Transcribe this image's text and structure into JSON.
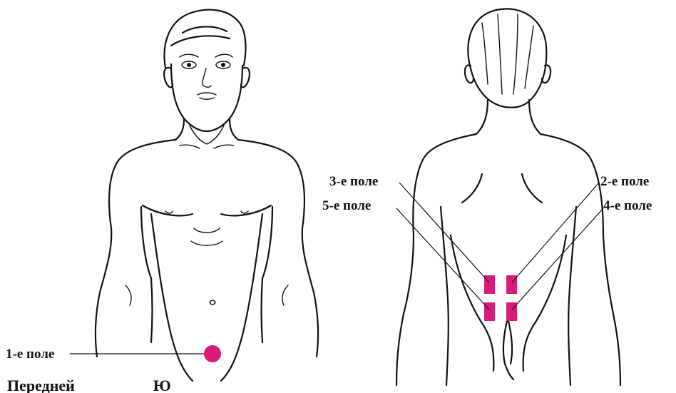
{
  "accent_color": "#d81b78",
  "line_color": "#111111",
  "figures": {
    "front": {
      "label": "front-view-figure"
    },
    "back": {
      "label": "back-view-figure"
    }
  },
  "fields": {
    "field_1": "1-е поле",
    "field_2": "2-е поле",
    "field_3": "3-е поле",
    "field_4": "4-е поле",
    "field_5": "5-е поле"
  },
  "caption_partial": "Передней                    Ю"
}
